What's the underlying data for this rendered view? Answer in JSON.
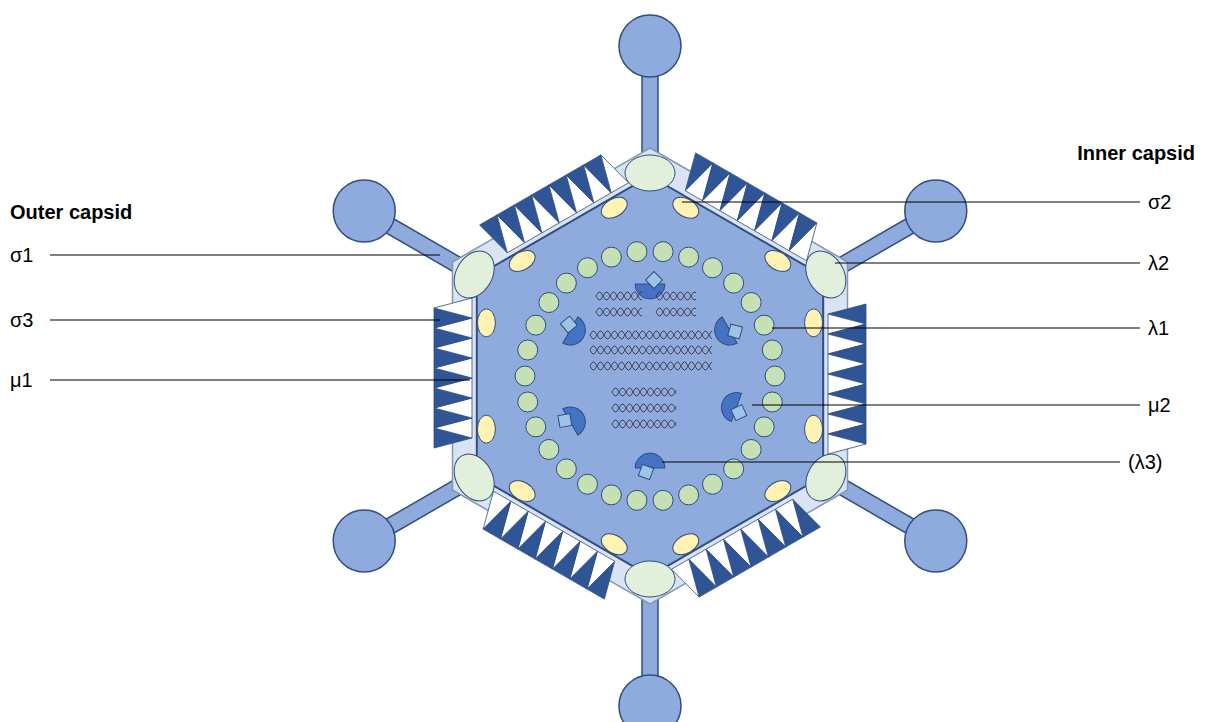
{
  "diagram": {
    "labels": [
      "Outer capsid",
      "σ1",
      "σ3",
      "μ1",
      "Inner capsid",
      "σ2",
      "λ2",
      "λ1",
      "μ2",
      "(λ3)"
    ]
  }
}
